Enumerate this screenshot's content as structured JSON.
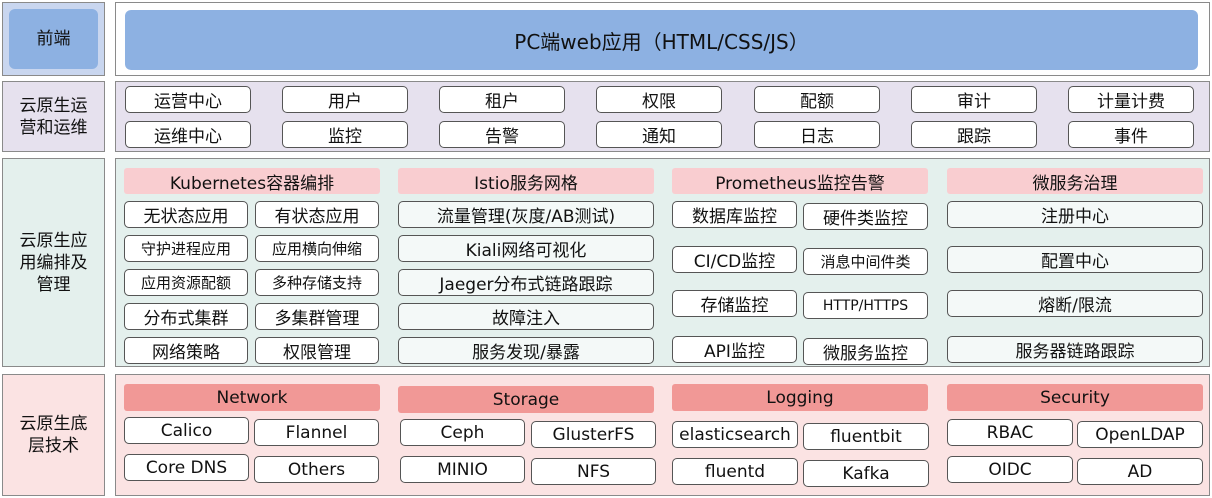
{
  "colors": {
    "frontend_label_bg": "#c9d6ef",
    "frontend_label_inner": "#8db1e2",
    "frontend_bar": "#8db1e2",
    "ops_bg": "#e6e1ee",
    "app_bg": "#e4f0ed",
    "app_header": "#f9cdd0",
    "infra_bg": "#fbe3e3",
    "infra_header": "#f19896",
    "box_light": "#f4f9f8"
  },
  "frontend": {
    "label": "前端",
    "bar": "PC端web应用（HTML/CSS/JS）"
  },
  "ops": {
    "label": "云原生运营和运维",
    "row1": [
      "运营中心",
      "用户",
      "租户",
      "权限",
      "配额",
      "审计",
      "计量计费"
    ],
    "row2": [
      "运维中心",
      "监控",
      "告警",
      "通知",
      "日志",
      "跟踪",
      "事件"
    ]
  },
  "app": {
    "label": "云原生应用编排及管理",
    "k8s": {
      "header": "Kubernetes容器编排",
      "items": [
        "无状态应用",
        "有状态应用",
        "守护进程应用",
        "应用横向伸缩",
        "应用资源配额",
        "多种存储支持",
        "分布式集群",
        "多集群管理",
        "网络策略",
        "权限管理"
      ]
    },
    "istio": {
      "header": "Istio服务网格",
      "items": [
        "流量管理(灰度/AB测试)",
        "Kiali网络可视化",
        "Jaeger分布式链路跟踪",
        "故障注入",
        "服务发现/暴露"
      ]
    },
    "prom": {
      "header": "Prometheus监控告警",
      "items": [
        "数据库监控",
        "硬件类监控",
        "CI/CD监控",
        "消息中间件类",
        "存储监控",
        "HTTP/HTTPS",
        "API监控",
        "微服务监控"
      ]
    },
    "ms": {
      "header": "微服务治理",
      "items": [
        "注册中心",
        "配置中心",
        "熔断/限流",
        "服务器链路跟踪"
      ]
    }
  },
  "infra": {
    "label": "云原生底层技术",
    "network": {
      "header": "Network",
      "items": [
        "Calico",
        "Flannel",
        "Core DNS",
        "Others"
      ]
    },
    "storage": {
      "header": "Storage",
      "items": [
        "Ceph",
        "GlusterFS",
        "MINIO",
        "NFS"
      ]
    },
    "logging": {
      "header": "Logging",
      "items": [
        "elasticsearch",
        "fluentbit",
        "fluentd",
        "Kafka"
      ]
    },
    "security": {
      "header": "Security",
      "items": [
        "RBAC",
        "OpenLDAP",
        "OIDC",
        "AD"
      ]
    }
  }
}
